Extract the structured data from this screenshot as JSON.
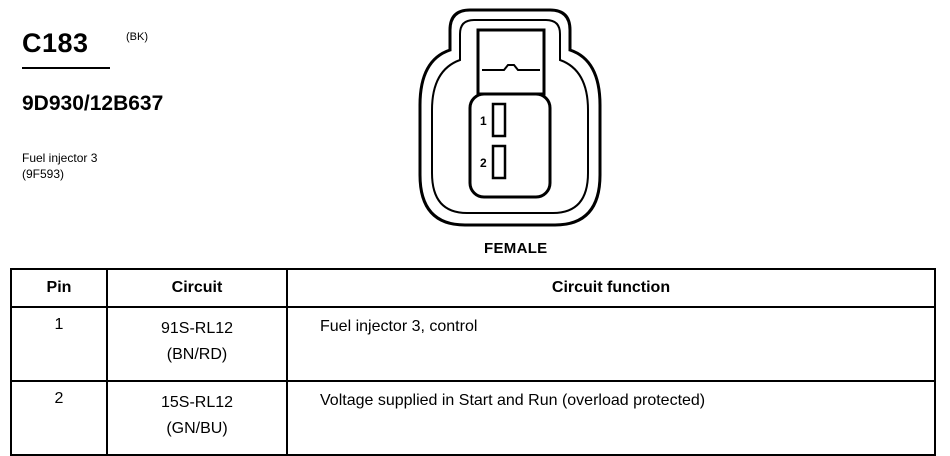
{
  "connector": {
    "id": "C183",
    "color_code": "(BK)",
    "part_number": "9D930/12B637",
    "description_lines": [
      "Fuel injector 3",
      "(9F593)"
    ],
    "gender": "FEMALE",
    "terminal_labels": [
      "1",
      "2"
    ]
  },
  "table": {
    "headers": [
      "Pin",
      "Circuit",
      "Circuit function"
    ],
    "rows": [
      {
        "pin": "1",
        "circuit": "91S-RL12",
        "circuit_color": "(BN/RD)",
        "function": "Fuel injector 3, control"
      },
      {
        "pin": "2",
        "circuit": "15S-RL12",
        "circuit_color": "(GN/BU)",
        "function": "Voltage supplied in Start and Run (overload protected)"
      }
    ]
  }
}
